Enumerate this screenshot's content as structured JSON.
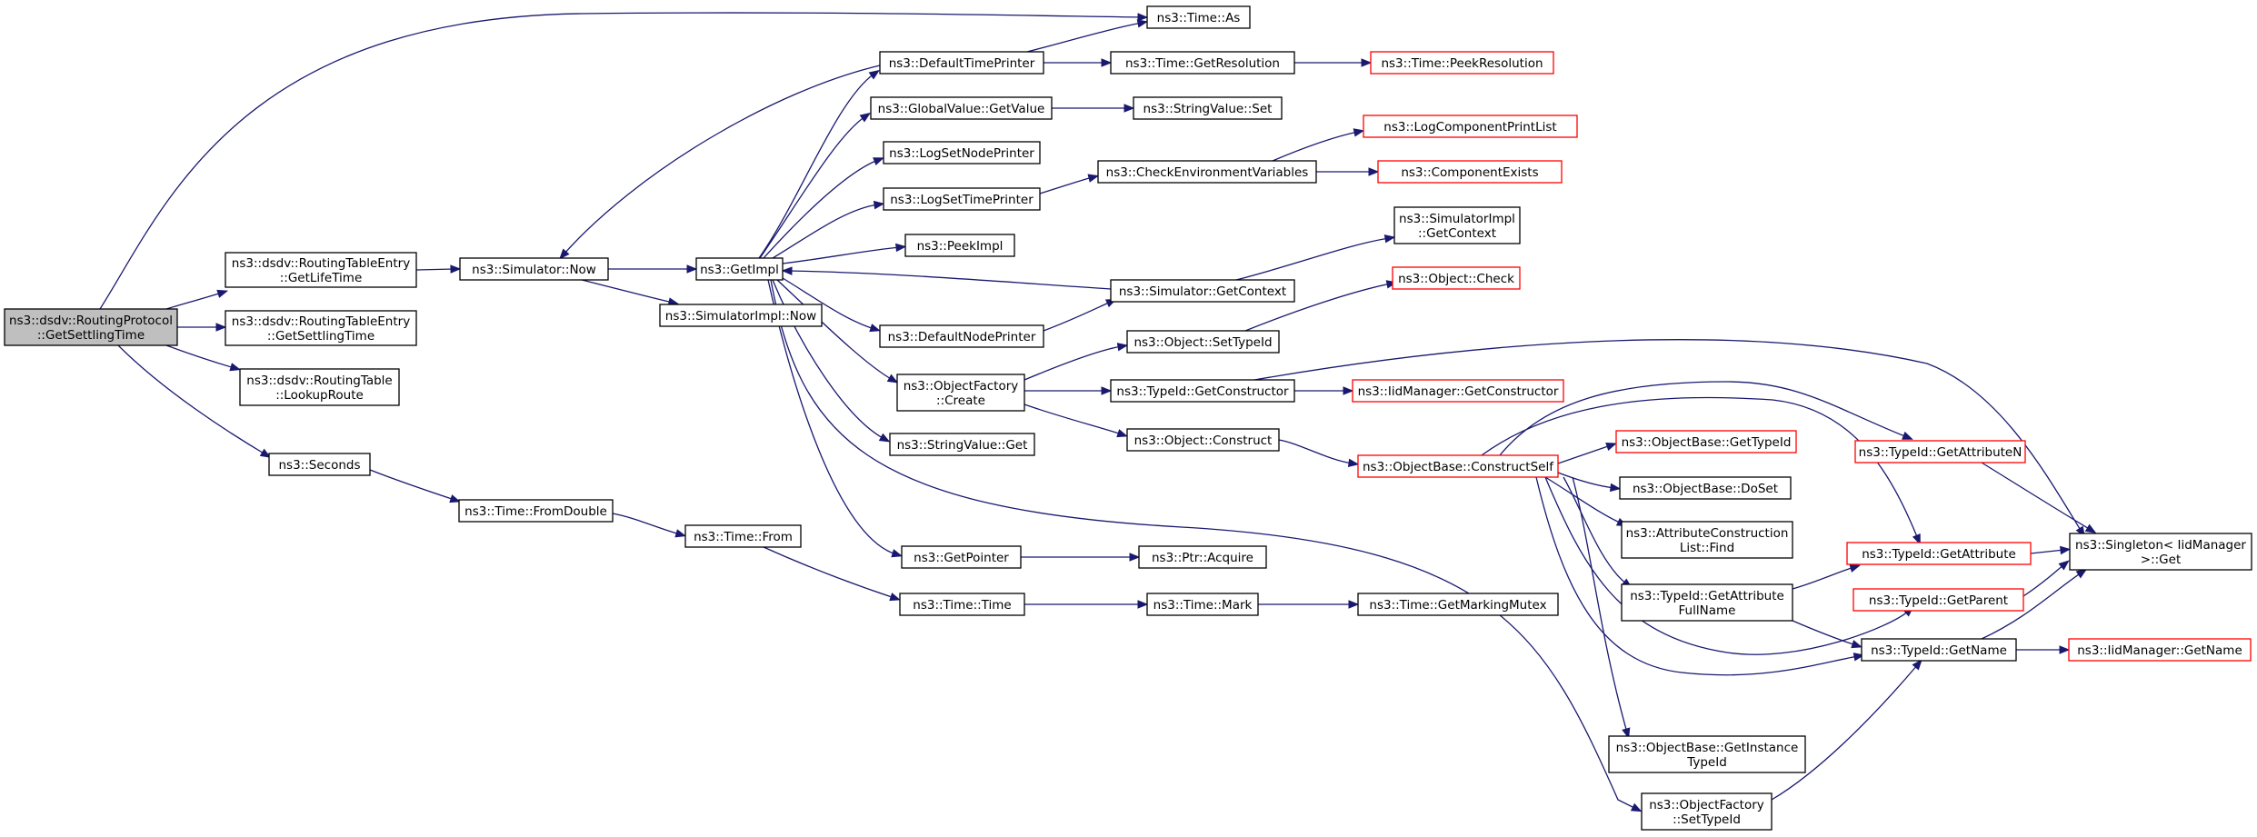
{
  "colors": {
    "edge": "#191970",
    "node_border": "#000000",
    "truncated_border": "#ff0000",
    "root_fill": "#bfbfbf",
    "node_fill": "#ffffff"
  },
  "nodes": {
    "root": {
      "lines": [
        "ns3::dsdv::RoutingProtocol",
        "::GetSettlingTime"
      ],
      "style": "root"
    },
    "rte_lifetime": {
      "lines": [
        "ns3::dsdv::RoutingTableEntry",
        "::GetLifeTime"
      ],
      "style": "normal"
    },
    "rte_settling": {
      "lines": [
        "ns3::dsdv::RoutingTableEntry",
        "::GetSettlingTime"
      ],
      "style": "normal"
    },
    "rt_lookup": {
      "lines": [
        "ns3::dsdv::RoutingTable",
        "::LookupRoute"
      ],
      "style": "normal"
    },
    "seconds": {
      "lines": [
        "ns3::Seconds"
      ],
      "style": "normal"
    },
    "sim_now": {
      "lines": [
        "ns3::Simulator::Now"
      ],
      "style": "normal"
    },
    "getimpl": {
      "lines": [
        "ns3::GetImpl"
      ],
      "style": "normal"
    },
    "simimpl_now": {
      "lines": [
        "ns3::SimulatorImpl::Now"
      ],
      "style": "normal"
    },
    "time_as": {
      "lines": [
        "ns3::Time::As"
      ],
      "style": "normal"
    },
    "default_time_printer": {
      "lines": [
        "ns3::DefaultTimePrinter"
      ],
      "style": "normal"
    },
    "time_getres": {
      "lines": [
        "ns3::Time::GetResolution"
      ],
      "style": "normal"
    },
    "time_peekres": {
      "lines": [
        "ns3::Time::PeekResolution"
      ],
      "style": "truncated"
    },
    "gv_getvalue": {
      "lines": [
        "ns3::GlobalValue::GetValue"
      ],
      "style": "normal"
    },
    "sv_set": {
      "lines": [
        "ns3::StringValue::Set"
      ],
      "style": "normal"
    },
    "log_set_node": {
      "lines": [
        "ns3::LogSetNodePrinter"
      ],
      "style": "normal"
    },
    "log_set_time": {
      "lines": [
        "ns3::LogSetTimePrinter"
      ],
      "style": "normal"
    },
    "check_env": {
      "lines": [
        "ns3::CheckEnvironmentVariables"
      ],
      "style": "normal"
    },
    "log_comp_list": {
      "lines": [
        "ns3::LogComponentPrintList"
      ],
      "style": "truncated"
    },
    "comp_exists": {
      "lines": [
        "ns3::ComponentExists"
      ],
      "style": "truncated"
    },
    "peekimpl": {
      "lines": [
        "ns3::PeekImpl"
      ],
      "style": "normal"
    },
    "simimpl_getctx": {
      "lines": [
        "ns3::SimulatorImpl",
        "::GetContext"
      ],
      "style": "normal"
    },
    "sim_getctx": {
      "lines": [
        "ns3::Simulator::GetContext"
      ],
      "style": "normal"
    },
    "obj_check": {
      "lines": [
        "ns3::Object::Check"
      ],
      "style": "truncated"
    },
    "default_node_printer": {
      "lines": [
        "ns3::DefaultNodePrinter"
      ],
      "style": "normal"
    },
    "obj_settypeid": {
      "lines": [
        "ns3::Object::SetTypeId"
      ],
      "style": "normal"
    },
    "objfactory_create": {
      "lines": [
        "ns3::ObjectFactory",
        "::Create"
      ],
      "style": "normal"
    },
    "typeid_getctor": {
      "lines": [
        "ns3::TypeId::GetConstructor"
      ],
      "style": "normal"
    },
    "iid_getctor": {
      "lines": [
        "ns3::IidManager::GetConstructor"
      ],
      "style": "truncated"
    },
    "sv_get": {
      "lines": [
        "ns3::StringValue::Get"
      ],
      "style": "normal"
    },
    "obj_construct": {
      "lines": [
        "ns3::Object::Construct"
      ],
      "style": "normal"
    },
    "objbase_constructself": {
      "lines": [
        "ns3::ObjectBase::ConstructSelf"
      ],
      "style": "truncated"
    },
    "objbase_gettypeid": {
      "lines": [
        "ns3::ObjectBase::GetTypeId"
      ],
      "style": "truncated"
    },
    "typeid_getattrn": {
      "lines": [
        "ns3::TypeId::GetAttributeN"
      ],
      "style": "truncated"
    },
    "objbase_doset": {
      "lines": [
        "ns3::ObjectBase::DoSet"
      ],
      "style": "normal"
    },
    "attr_list_find": {
      "lines": [
        "ns3::AttributeConstruction",
        "List::Find"
      ],
      "style": "normal"
    },
    "typeid_getattr": {
      "lines": [
        "ns3::TypeId::GetAttribute"
      ],
      "style": "truncated"
    },
    "singleton_get": {
      "lines": [
        "ns3::Singleton< IidManager",
        " >::Get"
      ],
      "style": "normal"
    },
    "getpointer": {
      "lines": [
        "ns3::GetPointer"
      ],
      "style": "normal"
    },
    "ptr_acquire": {
      "lines": [
        "ns3::Ptr::Acquire"
      ],
      "style": "normal"
    },
    "time_fromdouble": {
      "lines": [
        "ns3::Time::FromDouble"
      ],
      "style": "normal"
    },
    "time_from": {
      "lines": [
        "ns3::Time::From"
      ],
      "style": "normal"
    },
    "time_time": {
      "lines": [
        "ns3::Time::Time"
      ],
      "style": "normal"
    },
    "time_mark": {
      "lines": [
        "ns3::Time::Mark"
      ],
      "style": "normal"
    },
    "time_getmarkingmutex": {
      "lines": [
        "ns3::Time::GetMarkingMutex"
      ],
      "style": "normal"
    },
    "typeid_getattrfullname": {
      "lines": [
        "ns3::TypeId::GetAttribute",
        "FullName"
      ],
      "style": "normal"
    },
    "typeid_getparent": {
      "lines": [
        "ns3::TypeId::GetParent"
      ],
      "style": "truncated"
    },
    "typeid_getname": {
      "lines": [
        "ns3::TypeId::GetName"
      ],
      "style": "normal"
    },
    "iid_getname": {
      "lines": [
        "ns3::IidManager::GetName"
      ],
      "style": "truncated"
    },
    "objbase_getinstancetypeid": {
      "lines": [
        "ns3::ObjectBase::GetInstance",
        "TypeId"
      ],
      "style": "normal"
    },
    "objfactory_settypeid": {
      "lines": [
        "ns3::ObjectFactory",
        "::SetTypeId"
      ],
      "style": "normal"
    }
  }
}
